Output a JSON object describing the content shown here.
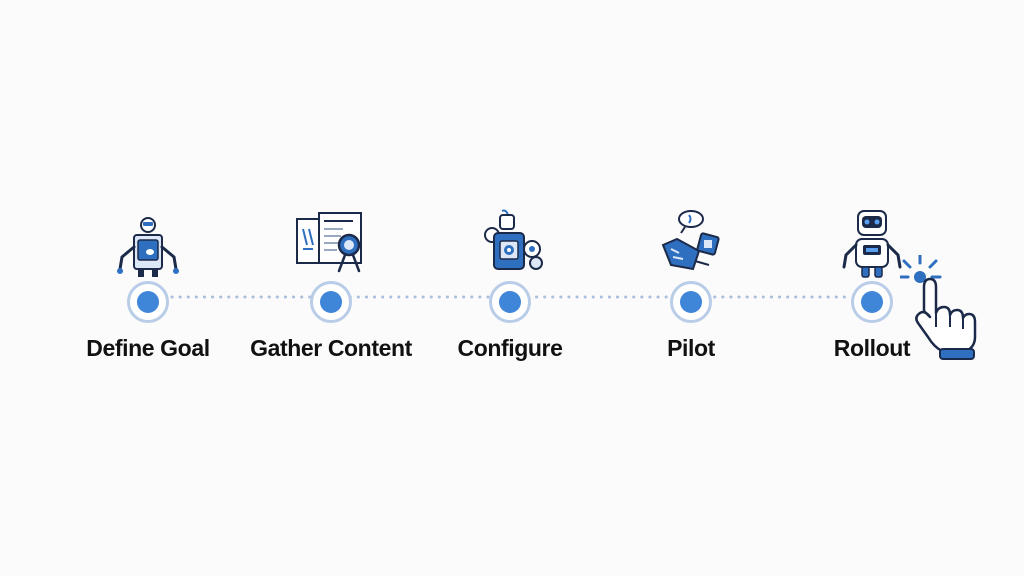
{
  "steps": [
    {
      "label": "Define Goal",
      "icon": "robot-holding-tablet-icon"
    },
    {
      "label": "Gather Content",
      "icon": "documents-magnifier-icon"
    },
    {
      "label": "Configure",
      "icon": "robot-gears-icon"
    },
    {
      "label": "Pilot",
      "icon": "robot-hand-idea-icon"
    },
    {
      "label": "Rollout",
      "icon": "robot-assistant-icon"
    }
  ],
  "cursor_icon": "pointing-hand-cursor-icon",
  "colors": {
    "accent": "#3f86d8",
    "ring": "#b9cde8",
    "connector": "#a9bfdc",
    "ink": "#1c2a4a",
    "label": "#111111"
  }
}
